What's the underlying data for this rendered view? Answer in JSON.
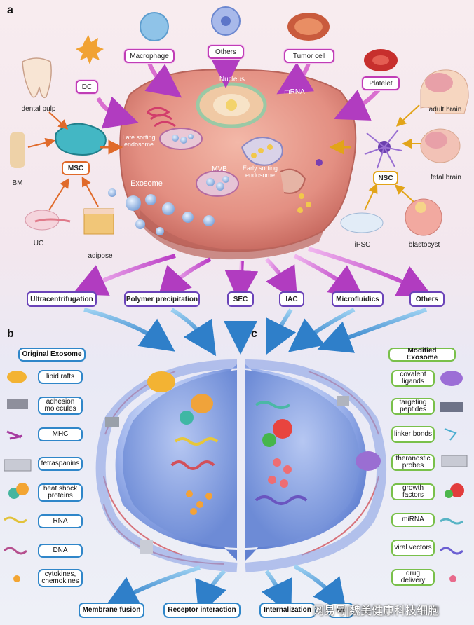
{
  "panel_a": {
    "letter": "a",
    "sources": {
      "macrophage": "Macrophage",
      "others": "Others",
      "tumor_cell": "Tumor cell",
      "dc": "DC",
      "platelet": "Platelet",
      "msc": "MSC",
      "nsc": "NSC",
      "dental_pulp": "dental pulp",
      "bm": "BM",
      "uc": "UC",
      "adipose": "adipose",
      "adult_brain": "adult brain",
      "fetal_brain": "fetal brain",
      "ipsc": "iPSC",
      "blastocyst": "blastocyst"
    },
    "cell_labels": {
      "nucleus": "Nucleus",
      "mrna": "mRNA",
      "late_sorting": "Late sorting endosome",
      "mvb": "MVB",
      "early_sorting": "Early sorting endosome",
      "exosome": "Exosome"
    },
    "methods": [
      "Ultracentrifugation",
      "Polymer precipitation",
      "SEC",
      "IAC",
      "Microfluidics",
      "Others"
    ]
  },
  "panel_b": {
    "letter": "b",
    "title": "Original Exosome",
    "items": [
      "lipid rafts",
      "adhesion molecules",
      "MHC",
      "tetraspanins",
      "heat shock proteins",
      "RNA",
      "DNA",
      "cytokines, chemokines"
    ]
  },
  "panel_c": {
    "letter": "c",
    "title": "Modified Exosome",
    "items": [
      "covalent ligands",
      "targeting peptides",
      "linker bonds",
      "theranostic probes",
      "growth factors",
      "miRNA",
      "viral vectors",
      "drug delivery"
    ]
  },
  "uptake": [
    "Membrane fusion",
    "Receptor interaction",
    "Internalization",
    "Ot"
  ],
  "watermark": "网易号|魏美健康科技细胞",
  "colors": {
    "pink_border": "#c03db5",
    "blue_border": "#2f86c9",
    "green_border": "#79c04a",
    "cell_body": "#e79a8e",
    "membrane_sphere": "#8ea8ea"
  }
}
